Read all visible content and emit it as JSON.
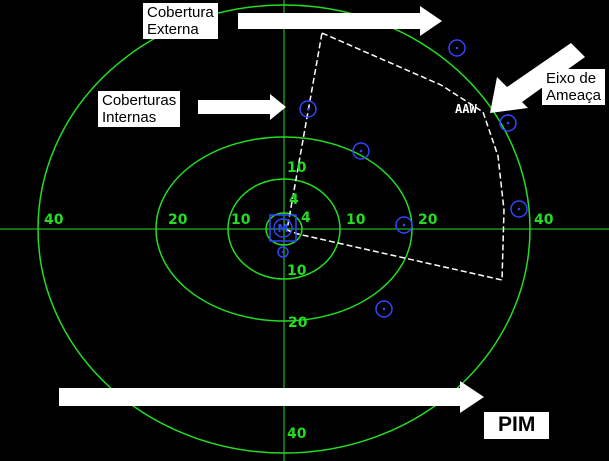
{
  "labels": {
    "external_cover": "Cobertura\nExterna",
    "internal_covers": "Coberturas\nInternas",
    "threat_axis": "Eixo de\nAmeaça",
    "pim": "PIM",
    "aaw": "AAW",
    "unit_symbol": "M"
  },
  "ring_labels": {
    "r4": "4",
    "r10": "10",
    "r20": "20",
    "r40": "40"
  },
  "colors": {
    "background": "#000000",
    "rings": "#22dd22",
    "units": "#3344ff",
    "sector": "#ffffff",
    "callout_box": "#ffffff"
  },
  "icons": {
    "unit": "circle-dot",
    "arrow": "block-arrow"
  }
}
